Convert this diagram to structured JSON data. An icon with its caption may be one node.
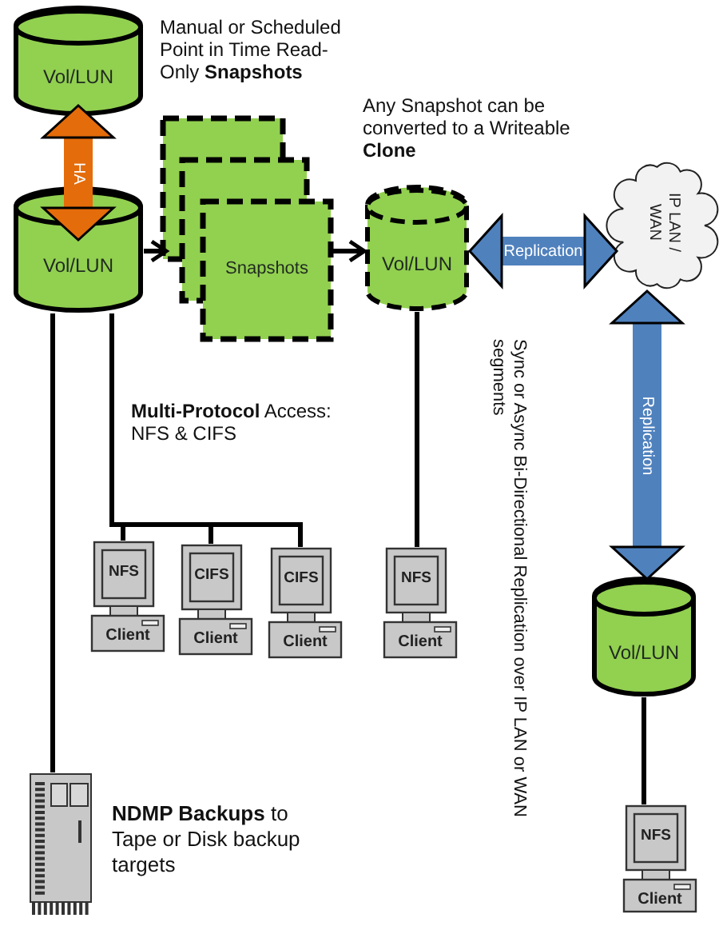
{
  "diagram": {
    "nodes": [
      {
        "text": [
          "Vol/LUN"
        ]
      },
      {
        "text": [
          "Vol/LUN"
        ]
      },
      {
        "text": [
          "Snapshots"
        ]
      },
      {
        "text": [
          "Vol/LUN"
        ],
        "beside": [
          "Any Snapshot can be converted to a Writeable **Clone**"
        ]
      },
      {
        "text": [
          "IP LAN / WAN"
        ]
      },
      {
        "text": [
          "Vol/LUN"
        ]
      },
      {
        "text": [
          "NFS",
          "Client"
        ]
      },
      {
        "text": [
          "CIFS",
          "Client"
        ]
      },
      {
        "text": [
          "CIFS",
          "Client"
        ]
      },
      {
        "text": [
          "NFS",
          "Client"
        ]
      },
      {
        "text": [
          "NFS",
          "Client"
        ]
      },
      {
        "text": [],
        "shape": "server",
        "beside": [
          "**NDMP Backups** to Tape or Disk backup targets"
        ]
      }
    ],
    "edges": [
      {
        "from": 0,
        "to": 1,
        "arrow": "both",
        "label": "HA",
        "style": "thick",
        "color": "#e46c0a"
      },
      {
        "from": 1,
        "to": 2,
        "arrow": "to"
      },
      {
        "from": 2,
        "to": 3,
        "arrow": "to"
      },
      {
        "from": 3,
        "to": 4,
        "arrow": "both",
        "label": "Replication",
        "style": "thick",
        "color": "#4f81bd"
      },
      {
        "from": 4,
        "to": 5,
        "arrow": "both",
        "label": "Replication",
        "style": "thick",
        "color": "#4f81bd"
      },
      {
        "from": 1,
        "to": 6,
        "arrow": "none"
      },
      {
        "from": 1,
        "to": 7,
        "arrow": "none"
      },
      {
        "from": 1,
        "to": 8,
        "arrow": "none"
      },
      {
        "from": 3,
        "to": 9,
        "arrow": "none"
      },
      {
        "from": 5,
        "to": 10,
        "arrow": "none"
      },
      {
        "from": 1,
        "to": 11,
        "arrow": "none"
      }
    ],
    "labels": [
      "Manual or Scheduled Point in Time Read-Only **Snapshots**",
      "**Multi-Protocol** Access: NFS & CIFS",
      "Sync or Async Bi-Directional Replication over IP LAN or WAN segments"
    ]
  }
}
